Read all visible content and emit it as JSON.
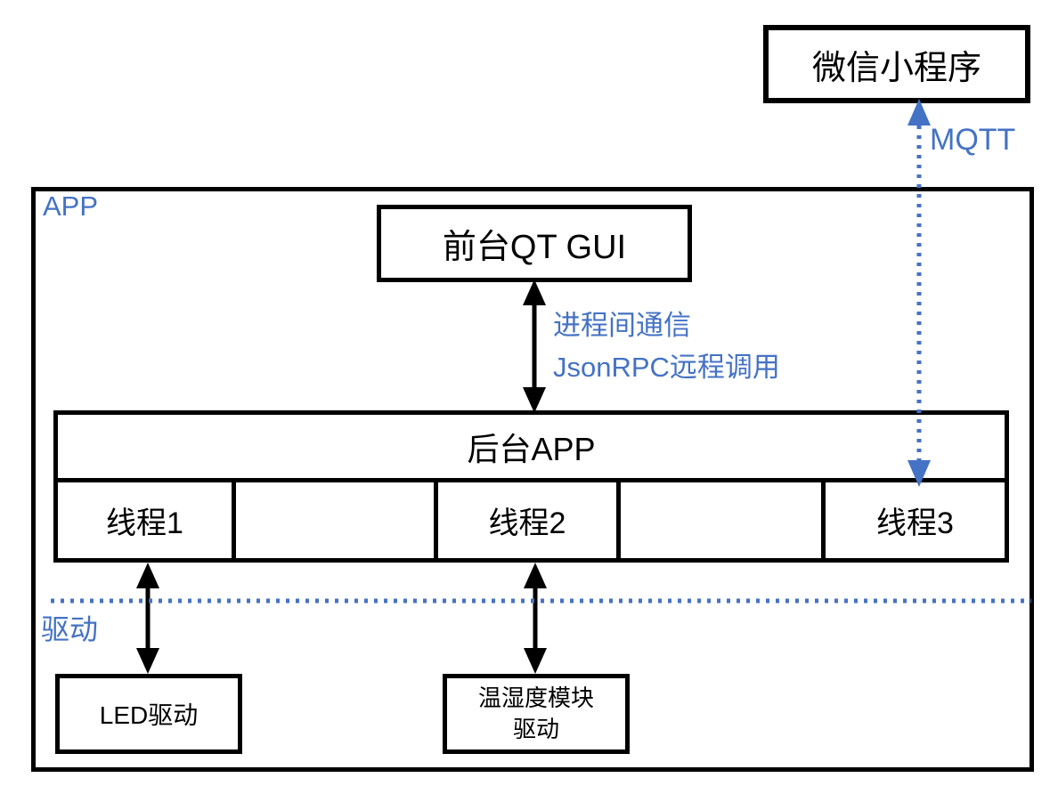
{
  "colors": {
    "accent_blue": "#4472C4",
    "line_black": "#000000",
    "background": "#ffffff"
  },
  "external": {
    "wechat_box_label": "微信小程序",
    "mqtt_label": "MQTT"
  },
  "app_container": {
    "label": "APP",
    "frontend_box_label": "前台QT GUI",
    "ipc_line1": "进程间通信",
    "ipc_line2": "JsonRPC远程调用",
    "backend_box_label": "后台APP",
    "threads": [
      {
        "label": "线程1"
      },
      {
        "label": ""
      },
      {
        "label": "线程2"
      },
      {
        "label": ""
      },
      {
        "label": "线程3"
      }
    ]
  },
  "driver_section": {
    "label": "驱动",
    "led_driver_box_label": "LED驱动",
    "temp_driver_box_line1": "温湿度模块",
    "temp_driver_box_line2": "驱动"
  }
}
